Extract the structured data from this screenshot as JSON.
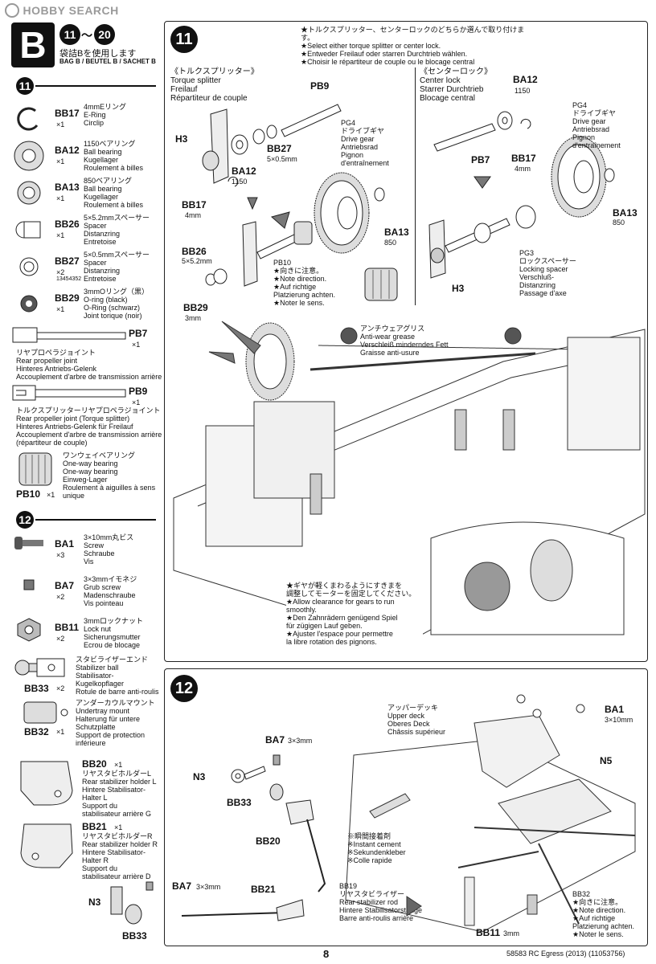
{
  "header": {
    "logo_text": "HOBBY SEARCH",
    "bag_letter": "B",
    "step_from": "11",
    "step_sep": "～",
    "step_to": "20",
    "use_bag_jp": "袋詰Bを使用します",
    "use_bag_ml": "BAG B / BEUTEL B / SACHET B"
  },
  "sidebar": {
    "step11": "11",
    "step12": "12",
    "parts11": [
      {
        "code": "BB17",
        "qty": "×1",
        "desc": "4mmEリング\nE-Ring\nCirclip"
      },
      {
        "code": "BA12",
        "qty": "×1",
        "desc": "1150ベアリング\nBall bearing\nKugellager\nRoulement à billes"
      },
      {
        "code": "BA13",
        "qty": "×1",
        "desc": "850ベアリング\nBall bearing\nKugellager\nRoulement à billes"
      },
      {
        "code": "BB26",
        "qty": "×1",
        "desc": "5×5.2mmスペーサー\nSpacer\nDistanzring\nEntretoise"
      },
      {
        "code": "BB27",
        "qty": "×2",
        "extra": "13454352",
        "desc": "5×0.5mmスペーサー\nSpacer\nDistanzring\nEntretoise"
      },
      {
        "code": "BB29",
        "qty": "×1",
        "desc": "3mmOリング（黒）\nO-ring (black)\nO-Ring (schwarz)\nJoint torique (noir)"
      }
    ],
    "pb7": {
      "code": "PB7",
      "qty": "×1",
      "desc": "リヤプロペラジョイント\nRear propeller joint\nHinteres Antriebs-Gelenk\nAccouplement d'arbre de transmission arrière"
    },
    "pb9": {
      "code": "PB9",
      "qty": "×1",
      "desc": "トルクスプリッターリヤプロペラジョイント\nRear propeller joint (Torque splitter)\nHinteres Antriebs-Gelenk für Freilauf\nAccouplement d'arbre de transmission arrière\n(répartiteur de couple)"
    },
    "pb10": {
      "code": "PB10",
      "qty": "×1",
      "desc": "ワンウェイベアリング\nOne-way bearing\nOne-way bearing\nEinweg-Lager\nRoulement à aiguilles à sens\nunique"
    },
    "parts12": [
      {
        "code": "BA1",
        "qty": "×3",
        "desc": "3×10mm丸ビス\nScrew\nSchraube\nVis"
      },
      {
        "code": "BA7",
        "qty": "×2",
        "desc": "3×3mmイモネジ\nGrub screw\nMadenschraube\nVis pointeau"
      },
      {
        "code": "BB11",
        "qty": "×2",
        "desc": "3mmロックナット\nLock nut\nSicherungsmutter\nEcrou de blocage"
      },
      {
        "code": "BB33",
        "qty": "×2",
        "desc": "スタビライザーエンド\nStabilizer ball\nStabilisator-\nKugelkopflager\nRotule de barre anti-roulis"
      },
      {
        "code": "BB32",
        "qty": "×1",
        "desc": "アンダーカウルマウント\nUndertray mount\nHalterung für untere\nSchutzplatte\nSupport de protection\ninférieure"
      }
    ],
    "bb20": {
      "code": "BB20",
      "qty": "×1",
      "desc": "リヤスタビホルダーL\nRear stabilizer holder L\nHintere Stabilisator-\nHalter L\nSupport du\nstabilisateur arrière G"
    },
    "bb21": {
      "code": "BB21",
      "qty": "×1",
      "desc": "リヤスタビホルダーR\nRear stabilizer holder R\nHintere Stabilisator-\nHalter R\nSupport du\nstabilisateur arrière D"
    }
  },
  "step11": {
    "num": "11",
    "note": "★トルクスプリッター、センターロックのどちらか選んで取り付けます。\n★Select either torque splitter or center lock.\n★Entweder Freilauf oder starren Durchtrieb wählen.\n★Choisir le répartiteur de couple ou le blocage central",
    "ts_title": "《トルクスプリッター》\nTorque splitter\nFreilauf\nRépartiteur de couple",
    "cl_title": "《センターロック》\nCenter lock\nStarrer Durchtrieb\nBlocage central",
    "pg4": "PG4\nドライブギヤ\nDrive gear\nAntriebsrad\nPignon\nd'entraînement",
    "pg3": "PG3\nロックスペーサー\nLocking spacer\nVerschluß-\nDistanzring\nPassage d'axe",
    "pb10_note": "PB10\n★向きに注意。\n★Note direction.\n★Auf richtige\nPlatzierung achten.\n★Noter le sens.",
    "grease": "アンチウェアグリス\nAnti-wear grease\nVerschleiß minderndes Fett\nGraisse anti-usure",
    "gear_note": "★ギヤが軽くまわるようにすきまを\n調整してモーターを固定してください。\n★Allow clearance for gears to run\nsmoothly.\n★Den Zahnrädern genügend Spiel\nfür zügigen Lauf geben.\n★Ajuster l'espace pour permettre\nla libre rotation des pignons.",
    "labels": {
      "pb9": "PB9",
      "h3": "H3",
      "bb27": "BB27",
      "bb27s": "5×0.5mm",
      "ba12": "BA12",
      "ba12s": "1150",
      "bb17": "BB17",
      "bb17s": "4mm",
      "ba13": "BA13",
      "ba13s": "850",
      "bb26": "BB26",
      "bb26s": "5×5.2mm",
      "bb29": "BB29",
      "bb29s": "3mm",
      "pb7": "PB7",
      "h3b": "H3",
      "ba12b": "BA12",
      "ba12bs": "1150",
      "pg4b": "PG4\nドライブギヤ\nDrive gear\nAntriebsrad\nPignon\nd'entraînement",
      "bb17b": "BB17",
      "bb17bs": "4mm",
      "ba13b": "BA13",
      "ba13bs": "850"
    }
  },
  "step12": {
    "num": "12",
    "upper_deck": "アッパーデッキ\nUpper deck\nOberes Deck\nChâssis supérieur",
    "cement": "※瞬間接着剤\n※Instant cement\n※Sekundenkleber\n※Colle rapide",
    "bb19": "BB19\nリヤスタビライザー\nRear stabilizer rod\nHintere Stabilisatorstange\nBarre anti-roulis arrière",
    "bb32_note": "BB32\n★向きに注意。\n★Note direction.\n★Auf richtige\nPlatzierung achten.\n★Noter le sens.",
    "labels": {
      "ba7a": "BA7",
      "ba7as": "3×3mm",
      "n3a": "N3",
      "bb33a": "BB33",
      "bb20": "BB20",
      "ba7b": "BA7",
      "ba7bs": "3×3mm",
      "n3b": "N3",
      "bb33b": "BB33",
      "bb21": "BB21",
      "ba1": "BA1",
      "ba1s": "3×10mm",
      "n5": "N5",
      "bb11": "BB11",
      "bb11s": "3mm"
    }
  },
  "footer": {
    "page": "8",
    "ref": "58583 RC Egress (2013) (11053756)"
  }
}
